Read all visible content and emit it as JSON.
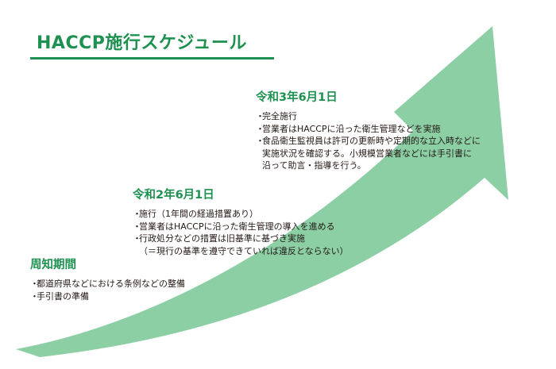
{
  "title": "HACCP施行スケジュール",
  "colors": {
    "accent": "#1e9150",
    "arrow": "#8ccfa5",
    "text": "#231815"
  },
  "stages": [
    {
      "heading": "周知期間",
      "items": [
        {
          "text": "都道府県などにおける条例などの整備"
        },
        {
          "text": "手引書の準備"
        }
      ]
    },
    {
      "heading": "令和2年6月1日",
      "items": [
        {
          "text": "施行（1年間の経過措置あり）"
        },
        {
          "text": "営業者はHACCPに沿った衛生管理の導入を進める"
        },
        {
          "text": "行政処分などの措置は旧基準に基づき実施",
          "cont": "（＝現行の基準を遵守できていれば違反とならない）"
        }
      ]
    },
    {
      "heading": "令和3年6月1日",
      "items": [
        {
          "text": "完全施行"
        },
        {
          "text": "営業者はHACCPに沿った衛生管理などを実施"
        },
        {
          "text": "食品衛生監視員は許可の更新時や定期的な立入時などに",
          "cont": "実施状況を確認する。小規模営業者などには手引書に",
          "cont2": "沿って助言・指導を行う。"
        }
      ]
    }
  ]
}
